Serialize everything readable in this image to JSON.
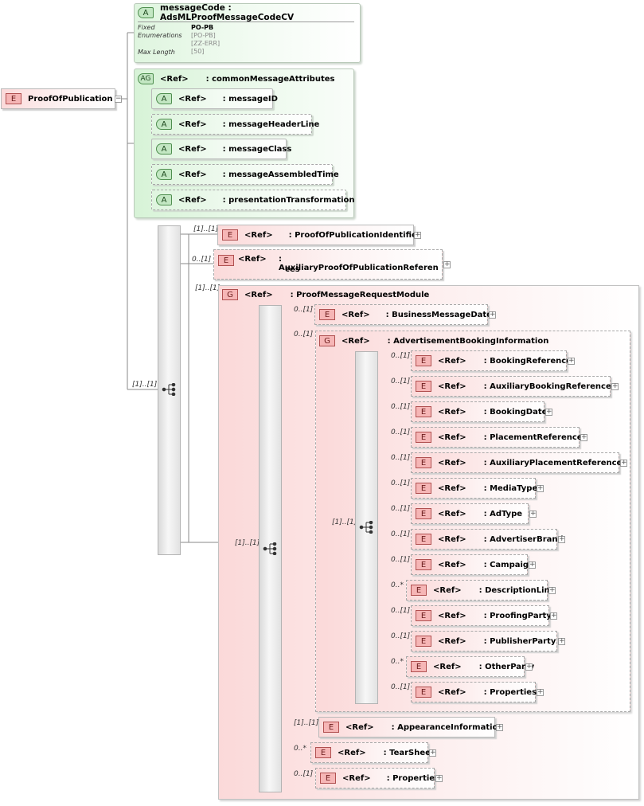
{
  "root": {
    "badge": "E",
    "name": "ProofOfPublication"
  },
  "message_code": {
    "badge": "A",
    "name": "messageCode : AdsMLProofMessageCodeCV",
    "props": [
      {
        "label": "Fixed",
        "values": [
          "PO-PB"
        ]
      },
      {
        "label": "Enumerations",
        "values": [
          "[PO-PB]",
          "[ZZ-ERR]"
        ]
      },
      {
        "label": "Max Length",
        "values": [
          "[50]"
        ]
      }
    ]
  },
  "attribute_group": {
    "badge": "AG",
    "ref": "<Ref>",
    "name": ": commonMessageAttributes",
    "attributes": [
      {
        "badge": "A",
        "ref": "<Ref>",
        "name": ": messageID"
      },
      {
        "badge": "A",
        "ref": "<Ref>",
        "name": ": messageHeaderLine"
      },
      {
        "badge": "A",
        "ref": "<Ref>",
        "name": ": messageClass"
      },
      {
        "badge": "A",
        "ref": "<Ref>",
        "name": ": messageAssembledTime"
      },
      {
        "badge": "A",
        "ref": "<Ref>",
        "name": ": presentationTransformation"
      }
    ]
  },
  "root_sequence_card": "[1]..[1]",
  "top_elements": [
    {
      "card": "[1]..[1]",
      "badge": "E",
      "ref": "<Ref>",
      "name": ": ProofOfPublicationIdentifier"
    },
    {
      "card": "0..[1]",
      "badge": "E",
      "ref": "<Ref>",
      "name_line1": ": AuxiliaryProofOfPublicationReferen",
      "name_line2": "ces"
    }
  ],
  "request_module": {
    "card": "[1]..[1]",
    "badge": "G",
    "ref": "<Ref>",
    "name": ": ProofMessageRequestModule",
    "sequence_card": "[1]..[1]",
    "business_date": {
      "card": "0..[1]",
      "badge": "E",
      "ref": "<Ref>",
      "name": ": BusinessMessageDate"
    },
    "booking_group": {
      "card": "0..[1]",
      "badge": "G",
      "ref": "<Ref>",
      "name": ": AdvertisementBookingInformation",
      "sequence_card": "[1]..[1]",
      "elements": [
        {
          "card": "0..[1]",
          "badge": "E",
          "ref": "<Ref>",
          "name": ": BookingReference"
        },
        {
          "card": "0..[1]",
          "badge": "E",
          "ref": "<Ref>",
          "name": ": AuxiliaryBookingReferences"
        },
        {
          "card": "0..[1]",
          "badge": "E",
          "ref": "<Ref>",
          "name": ": BookingDate"
        },
        {
          "card": "0..[1]",
          "badge": "E",
          "ref": "<Ref>",
          "name": ": PlacementReference"
        },
        {
          "card": "0..[1]",
          "badge": "E",
          "ref": "<Ref>",
          "name": ": AuxiliaryPlacementReferences"
        },
        {
          "card": "0..[1]",
          "badge": "E",
          "ref": "<Ref>",
          "name": ": MediaType"
        },
        {
          "card": "0..[1]",
          "badge": "E",
          "ref": "<Ref>",
          "name": ": AdType"
        },
        {
          "card": "0..[1]",
          "badge": "E",
          "ref": "<Ref>",
          "name": ": AdvertiserBrand"
        },
        {
          "card": "0..[1]",
          "badge": "E",
          "ref": "<Ref>",
          "name": ": Campaign"
        },
        {
          "card": "0..*",
          "badge": "E",
          "ref": "<Ref>",
          "name": ": DescriptionLine"
        },
        {
          "card": "0..[1]",
          "badge": "E",
          "ref": "<Ref>",
          "name": ": ProofingParty"
        },
        {
          "card": "0..[1]",
          "badge": "E",
          "ref": "<Ref>",
          "name": ": PublisherParty"
        },
        {
          "card": "0..*",
          "badge": "E",
          "ref": "<Ref>",
          "name": ": OtherParty"
        },
        {
          "card": "0..[1]",
          "badge": "E",
          "ref": "<Ref>",
          "name": ": Properties"
        }
      ]
    },
    "trailing_elements": [
      {
        "card": "[1]..[1]",
        "badge": "E",
        "ref": "<Ref>",
        "name": ": AppearanceInformation"
      },
      {
        "card": "0..*",
        "badge": "E",
        "ref": "<Ref>",
        "name": ": TearSheet"
      },
      {
        "card": "0..[1]",
        "badge": "E",
        "ref": "<Ref>",
        "name": ": Properties"
      }
    ]
  },
  "expand_symbol": "+",
  "collapse_symbol": "−"
}
